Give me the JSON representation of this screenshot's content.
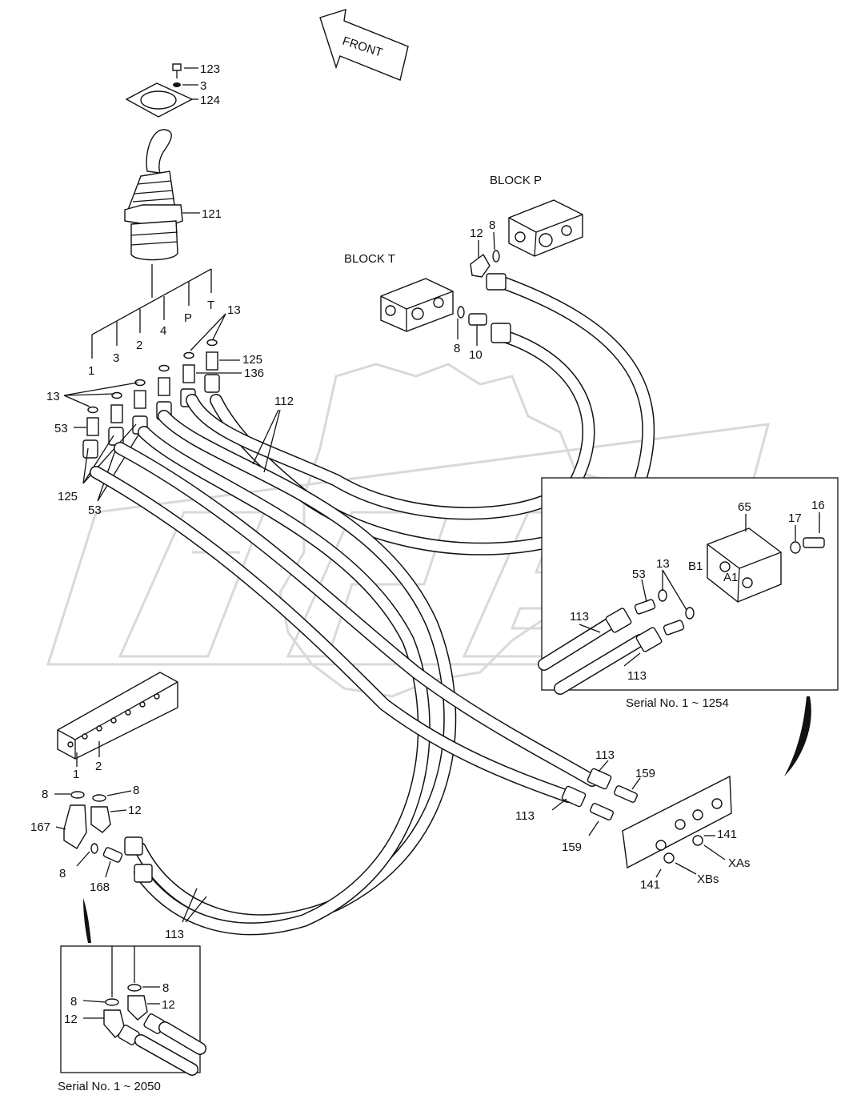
{
  "title_arrow": "FRONT",
  "blocks": {
    "block_p": "BLOCK  P",
    "block_t": "BLOCK  T"
  },
  "lever_ports": [
    "1",
    "3",
    "2",
    "4",
    "P",
    "T"
  ],
  "callouts": {
    "c123": "123",
    "c3": "3",
    "c124": "124",
    "c121": "121",
    "c13_top": "13",
    "c13_left": "13",
    "c125_right": "125",
    "c136": "136",
    "c53_left": "53",
    "c125_left": "125",
    "c53_bottom": "53",
    "c112": "112",
    "c12_blockp": "12",
    "c8_blockp": "8",
    "c8_blockt": "8",
    "c10": "10",
    "c113_a": "113",
    "c113_b": "113",
    "c159_a": "159",
    "c159_b": "159",
    "c141_a": "141",
    "c141_b": "141",
    "c113_bottom": "113",
    "c8_left1": "8",
    "c8_left2": "8",
    "c12_left": "12",
    "c167": "167",
    "c8_left3": "8",
    "c168": "168",
    "manifold_port1": "1",
    "manifold_port2": "2"
  },
  "plate_labels": {
    "xas": "XAs",
    "xbs": "XBs"
  },
  "inset_right": {
    "serial": "Serial No. 1 ~ 1254",
    "labels": {
      "c65": "65",
      "c17": "17",
      "c16": "16",
      "c53": "53",
      "c13": "13",
      "b1": "B1",
      "a1": "A1",
      "c113_a": "113",
      "c113_b": "113"
    }
  },
  "inset_left": {
    "serial": "Serial No. 1 ~ 2050",
    "labels": {
      "c8_a": "8",
      "c8_b": "8",
      "c12_a": "12",
      "c12_b": "12"
    }
  },
  "watermark": "OPEX"
}
